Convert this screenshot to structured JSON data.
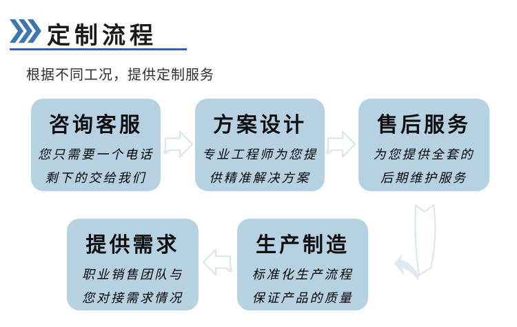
{
  "header": {
    "chevron_icon": "triple-chevron-right",
    "title": "定制流程",
    "subtitle": "根据不同工况，提供定制服务"
  },
  "flow": {
    "steps": [
      {
        "title": "咨询客服",
        "lines": [
          "您只需要一个电话",
          "剩下的交给我们"
        ]
      },
      {
        "title": "方案设计",
        "lines": [
          "专业工程师为您提",
          "供精准解决方案"
        ]
      },
      {
        "title": "售后服务",
        "lines": [
          "为您提供全套的",
          "后期维护服务"
        ]
      },
      {
        "title": "提供需求",
        "lines": [
          "职业销售团队与",
          "您对接需求情况"
        ]
      },
      {
        "title": "生产制造",
        "lines": [
          "标准化生产流程",
          "保证产品的质量"
        ]
      }
    ],
    "arrow_icons": {
      "top_row": "block-arrow-right",
      "bottom_row": "block-arrow-left",
      "right_side": "curved-ribbon-arrow-down-left"
    }
  },
  "colors": {
    "accent_blue": "#3c77af",
    "underline_blue": "#2d64a7",
    "box_background": "#b6d2e2",
    "arrow_outline": "#d9e4ec",
    "arrow_fill": "#dfe9f0",
    "title_text": "#1a1a1a",
    "body_text": "#000000"
  }
}
